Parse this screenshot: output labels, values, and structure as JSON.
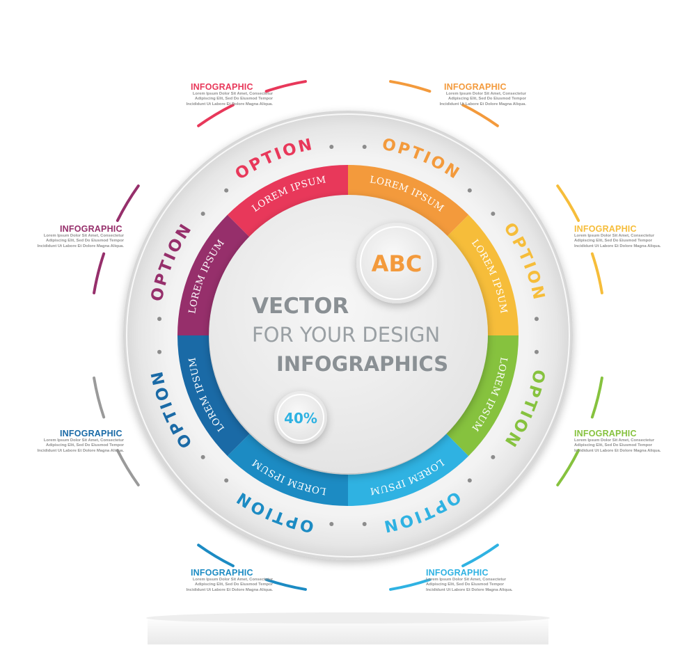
{
  "colors": {
    "red": "#e8385a",
    "orange": "#f39a3c",
    "yellow": "#f6bd3a",
    "green": "#86c23e",
    "cyan": "#2fb2e2",
    "blue": "#1c8bc3",
    "navy": "#1a6aa6",
    "purple": "#962f6b",
    "gray": "#9a9a9a",
    "text_gray": "#8a9094"
  },
  "center": {
    "line1": "VECTOR",
    "line2": "FOR YOUR DESIGN",
    "line3": "INFOGRAPHICS",
    "badge_abc": "ABC",
    "badge_percent": "40%"
  },
  "segments": [
    {
      "label": "LOREM IPSUM",
      "color": "#e8385a"
    },
    {
      "label": "LOREM IPSUM",
      "color": "#f39a3c"
    },
    {
      "label": "LOREM IPSUM",
      "color": "#f6bd3a"
    },
    {
      "label": "LOREM IPSUM",
      "color": "#86c23e"
    },
    {
      "label": "LOREM IPSUM",
      "color": "#2fb2e2"
    },
    {
      "label": "LOREM IPSUM",
      "color": "#1c8bc3"
    },
    {
      "label": "LOREM IPSUM",
      "color": "#1a6aa6"
    },
    {
      "label": "LOREM IPSUM",
      "color": "#962f6b"
    }
  ],
  "options": [
    {
      "label": "OPTION",
      "color": "#e8385a"
    },
    {
      "label": "OPTION",
      "color": "#f39a3c"
    },
    {
      "label": "OPTION",
      "color": "#f6bd3a"
    },
    {
      "label": "OPTION",
      "color": "#86c23e"
    },
    {
      "label": "OPTION",
      "color": "#2fb2e2"
    },
    {
      "label": "OPTION",
      "color": "#1c8bc3"
    },
    {
      "label": "OPTION",
      "color": "#1a6aa6"
    },
    {
      "label": "OPTION",
      "color": "#962f6b"
    }
  ],
  "outer_arcs": [
    {
      "color": "#e8385a"
    },
    {
      "color": "#f39a3c"
    },
    {
      "color": "#f6bd3a"
    },
    {
      "color": "#86c23e"
    },
    {
      "color": "#2fb2e2"
    },
    {
      "color": "#1c8bc3"
    },
    {
      "color": "#9a9a9a"
    },
    {
      "color": "#962f6b"
    }
  ],
  "info_blocks": [
    {
      "title": "INFOGRAPHIC",
      "color": "#e8385a",
      "lines": [
        "Lorem Ipsum Dolor Sit Amet, Consectetur",
        "Adipiscing Elit, Sed Do Eiusmod Tempor",
        "Incididunt Ut Labore Et Dolore Magna Aliqua."
      ]
    },
    {
      "title": "INFOGRAPHIC",
      "color": "#f39a3c",
      "lines": [
        "Lorem Ipsum Dolor Sit Amet, Consectetur",
        "Adipiscing Elit, Sed Do Eiusmod Tempor",
        "Incididunt Ut Labore Et Dolore Magna Aliqua."
      ]
    },
    {
      "title": "INFOGRAPHIC",
      "color": "#962f6b",
      "lines": [
        "Lorem Ipsum Dolor Sit Amet, Consectetur",
        "Adipiscing Elit, Sed Do Eiusmod Tempor",
        "Incididunt Ut Labore Et Dolore Magna Aliqua."
      ]
    },
    {
      "title": "INFOGRAPHIC",
      "color": "#f6bd3a",
      "lines": [
        "Lorem Ipsum Dolor Sit Amet, Consectetur",
        "Adipiscing Elit, Sed Do Eiusmod Tempor",
        "Incididunt Ut Labore Et Dolore Magna Aliqua."
      ]
    },
    {
      "title": "INFOGRAPHIC",
      "color": "#1a6aa6",
      "lines": [
        "Lorem Ipsum Dolor Sit Amet, Consectetur",
        "Adipiscing Elit, Sed Do Eiusmod Tempor",
        "Incididunt Ut Labore Et Dolore Magna Aliqua."
      ]
    },
    {
      "title": "INFOGRAPHIC",
      "color": "#86c23e",
      "lines": [
        "Lorem Ipsum Dolor Sit Amet, Consectetur",
        "Adipiscing Elit, Sed Do Eiusmod Tempor",
        "Incididunt Ut Labore Et Dolore Magna Aliqua."
      ]
    },
    {
      "title": "INFOGRAPHIC",
      "color": "#1c8bc3",
      "lines": [
        "Lorem Ipsum Dolor Sit Amet, Consectetur",
        "Adipiscing Elit, Sed Do Eiusmod Tempor",
        "Incididunt Ut Labore Et Dolore Magna Aliqua."
      ]
    },
    {
      "title": "INFOGRAPHIC",
      "color": "#2fb2e2",
      "lines": [
        "Lorem Ipsum Dolor Sit Amet, Consectetur",
        "Adipiscing Elit, Sed Do Eiusmod Tempor",
        "Incididunt Ut Labore Et Dolore Magna Aliqua."
      ]
    }
  ]
}
